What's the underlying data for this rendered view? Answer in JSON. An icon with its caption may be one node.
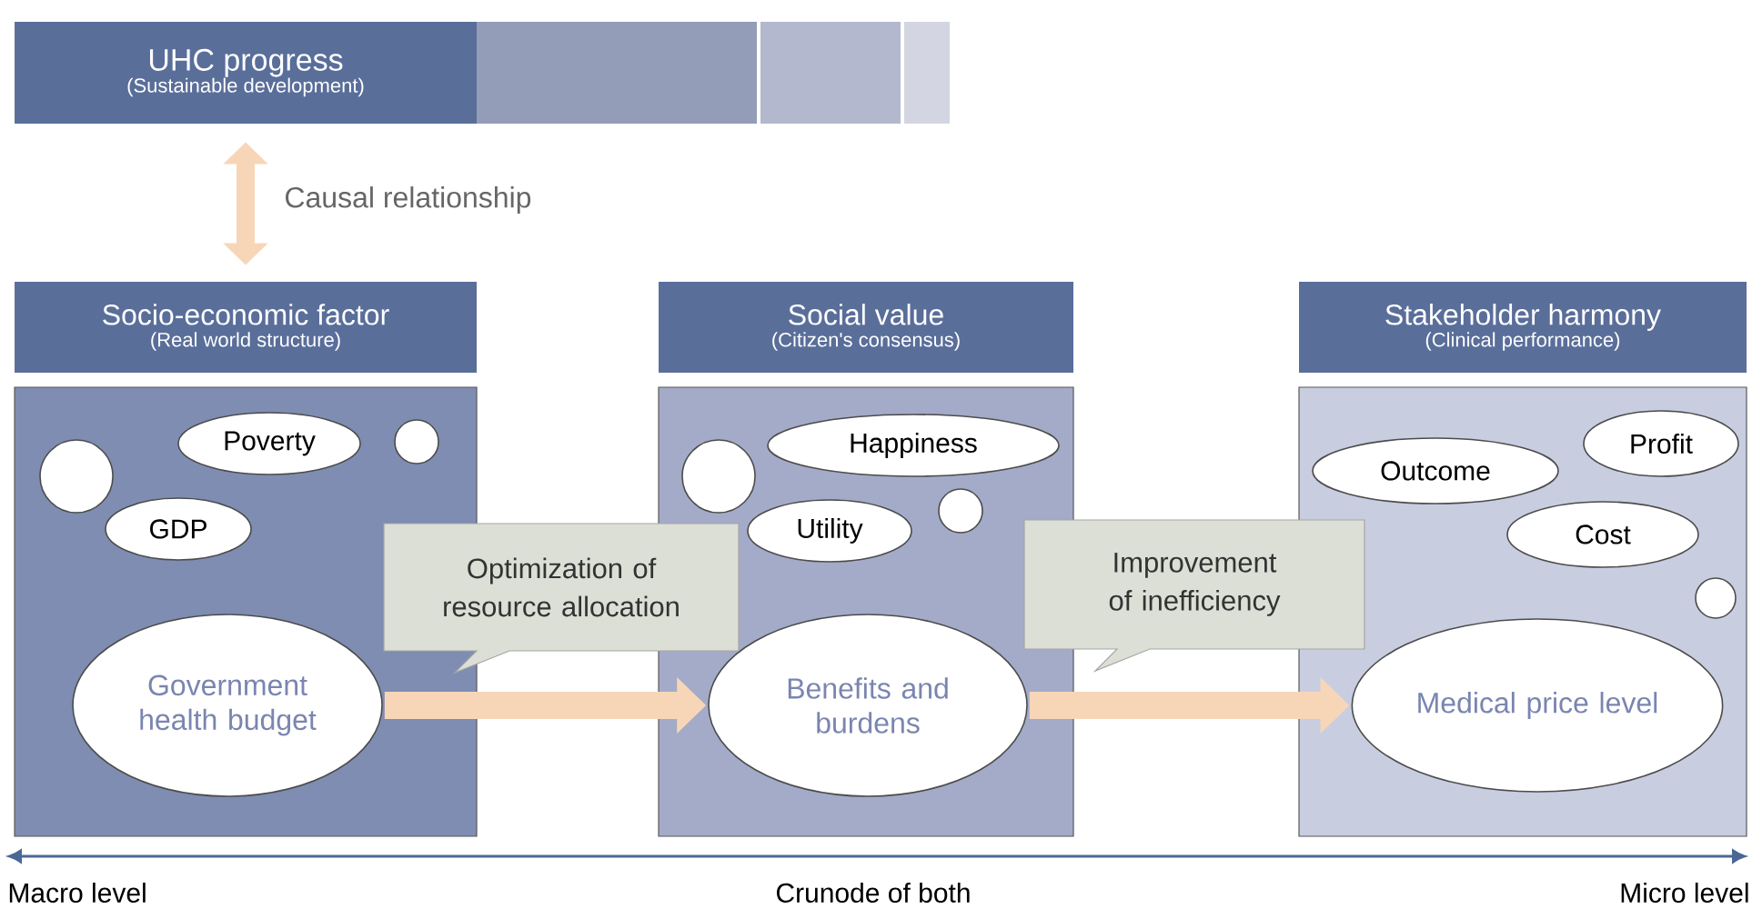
{
  "diagram": {
    "nodes": [
      {
        "text": [
          "UHC progress",
          "(Sustainable development)"
        ]
      },
      {
        "text": [
          "Socio-economic factor",
          "(Real world structure)"
        ]
      },
      {
        "text": [],
        "shape": "box"
      },
      {
        "text": [],
        "shape": "circle",
        "in": 2
      },
      {
        "text": [
          "Poverty"
        ],
        "in": 2
      },
      {
        "text": [],
        "shape": "circle",
        "in": 2
      },
      {
        "text": [
          "GDP"
        ],
        "in": 2
      },
      {
        "text": [
          "Government health budget"
        ],
        "in": 2
      },
      {
        "text": [
          "Social value",
          "(Citizen's consensus)"
        ]
      },
      {
        "text": [],
        "shape": "box"
      },
      {
        "text": [],
        "shape": "circle",
        "in": 9
      },
      {
        "text": [
          "Happiness"
        ],
        "in": 9
      },
      {
        "text": [
          "Utility"
        ],
        "in": 9
      },
      {
        "text": [],
        "shape": "circle",
        "in": 9
      },
      {
        "text": [
          "Benefits and burdens"
        ],
        "in": 9
      },
      {
        "text": [
          "Stakeholder harmony",
          "(Clinical performance)"
        ]
      },
      {
        "text": [],
        "shape": "box"
      },
      {
        "text": [
          "Outcome"
        ],
        "in": 16
      },
      {
        "text": [
          "Profit"
        ],
        "in": 16
      },
      {
        "text": [
          "Cost"
        ],
        "in": 16
      },
      {
        "text": [],
        "shape": "circle",
        "in": 16
      },
      {
        "text": [
          "Medical price level"
        ],
        "in": 16
      }
    ],
    "edges": [
      {
        "from": 0,
        "to": 1,
        "arrow": "both",
        "label": "Causal relationship"
      },
      {
        "from": 7,
        "to": 14,
        "arrow": "to",
        "label": "Optimization of resource allocation"
      },
      {
        "from": 14,
        "to": 21,
        "arrow": "to",
        "label": "Improvement of inefficiency"
      }
    ],
    "labels": [
      "Macro level",
      "Crunode of both",
      "Micro level"
    ]
  }
}
